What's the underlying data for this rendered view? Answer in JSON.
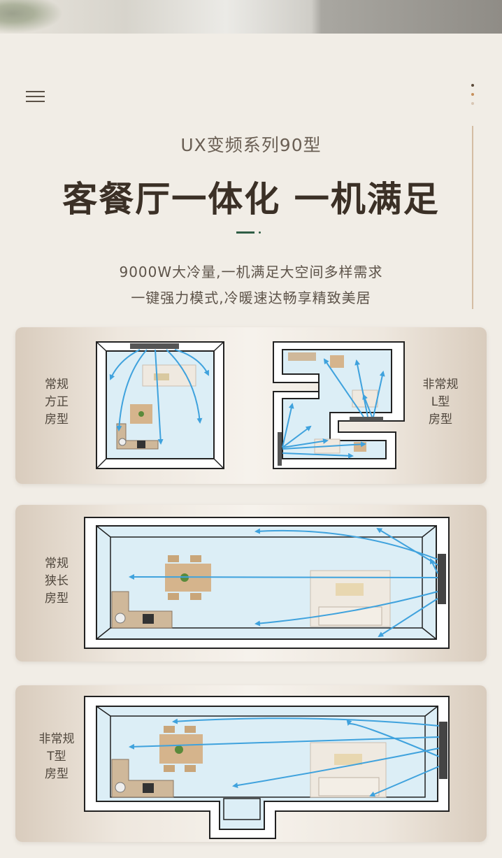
{
  "header": {
    "menu_icon": "hamburger-menu-icon",
    "more_icon": "vertical-dots-icon",
    "dot_colors": [
      "#5b4a3a",
      "#c7905c",
      "#d8c6b4"
    ]
  },
  "subtitle": "UX变频系列90型",
  "title": "客餐厅一体化 一机满足",
  "description": {
    "line1": "9000W大冷量,一机满足大空间多样需求",
    "line2": "一键强力模式,冷暖速达畅享精致美居"
  },
  "colors": {
    "floor": "#dceef6",
    "wall": "#222222",
    "arrow": "#3fa2dd",
    "accent_green": "#2f5d45"
  },
  "panels": {
    "square_room": {
      "l1": "常规",
      "l2": "方正",
      "l3": "房型"
    },
    "l_room": {
      "l1": "非常规",
      "l2": "L型",
      "l3": "房型"
    },
    "narrow_room": {
      "l1": "常规",
      "l2": "狭长",
      "l3": "房型"
    },
    "t_room": {
      "l1": "非常规",
      "l2": "T型",
      "l3": "房型"
    }
  }
}
